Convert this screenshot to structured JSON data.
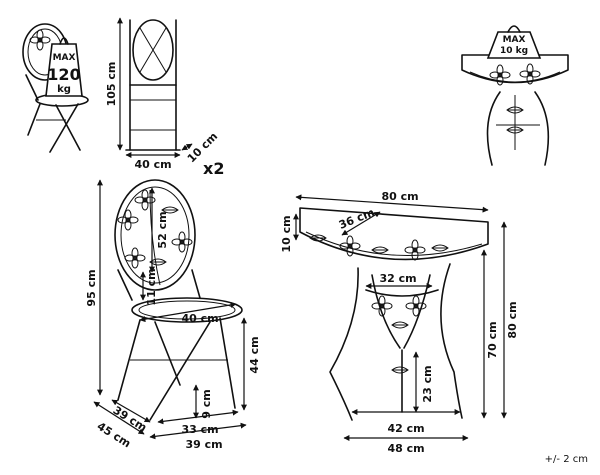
{
  "chair_weight": {
    "max": "MAX",
    "value": "120",
    "unit": "kg"
  },
  "table_weight": {
    "max": "MAX",
    "value": "10 kg"
  },
  "small_folded": {
    "height": "105 cm",
    "width": "40 cm",
    "depth": "10 cm",
    "quantity": "x2"
  },
  "chair_dims": {
    "height": "95 cm",
    "back_height": "52 cm",
    "gap": "11 cm",
    "seat_width": "40 cm",
    "seat_height": "44 cm",
    "leg_height": "9 cm",
    "front_depth": "39 cm",
    "overall_depth": "45 cm",
    "leg_span": "33 cm",
    "base_width": "39 cm"
  },
  "table_dims": {
    "width": "80 cm",
    "depth": "36 cm",
    "apron": "10 cm",
    "shelf_width": "32 cm",
    "leg_height": "70 cm",
    "height": "80 cm",
    "shelf_height": "23 cm",
    "base_inner": "42 cm",
    "base_outer": "48 cm"
  },
  "tolerance": "+/- 2 cm"
}
